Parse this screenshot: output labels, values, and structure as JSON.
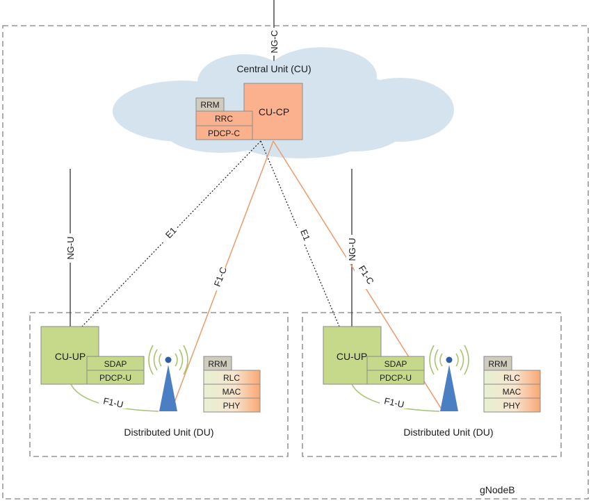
{
  "interfaces": {
    "ng_c": "NG-C",
    "ng_u": "NG-U",
    "e1": "E1",
    "f1_c": "F1-C",
    "f1_u": "F1-U"
  },
  "cu": {
    "title": "Central Unit (CU)",
    "cu_cp_label": "CU-CP",
    "stack": [
      "RRM",
      "RRC",
      "PDCP-C"
    ]
  },
  "du_left": {
    "title": "Distributed Unit (DU)",
    "cu_up_label": "CU-UP",
    "cu_up_stack": [
      "SDAP",
      "PDCP-U"
    ],
    "du_stack": [
      "RRM",
      "RLC",
      "MAC",
      "PHY"
    ]
  },
  "du_right": {
    "title": "Distributed Unit (DU)",
    "cu_up_label": "CU-UP",
    "cu_up_stack": [
      "SDAP",
      "PDCP-U"
    ],
    "du_stack": [
      "RRM",
      "RLC",
      "MAC",
      "PHY"
    ]
  },
  "gnb_label": "gNodeB",
  "colors": {
    "cloud": "#d4e3ee",
    "cu_cp_fill": "#fbb18d",
    "green_fill": "#c6d98a",
    "gray_fill": "#cfcbbd",
    "f1_c_line": "#ee9a6a",
    "f1_u_line": "#a6c46f",
    "antenna": "#4a7fc4",
    "dashed_border": "#7f7f7f"
  }
}
